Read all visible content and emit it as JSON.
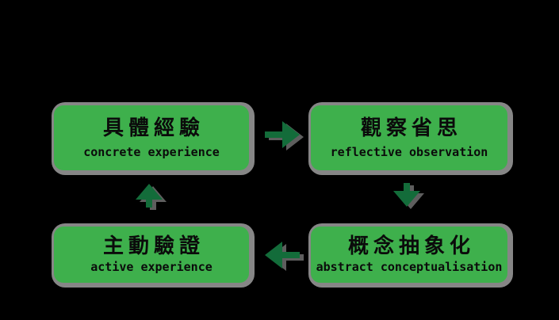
{
  "background": "#000000",
  "colors": {
    "box_fill": "#3eb04c",
    "box_outline_shadow": "#868686",
    "arrow_fill": "#136c3a",
    "arrow_shadow": "#5e5e5e",
    "text": "#0b0b0b"
  },
  "diagram": {
    "boxes": [
      {
        "zh": "具體經驗",
        "en": "concrete experience"
      },
      {
        "zh": "觀察省思",
        "en": "reflective observation"
      },
      {
        "zh": "主動驗證",
        "en": "active experience"
      },
      {
        "zh": "概念抽象化",
        "en": "abstract conceptualisation"
      }
    ],
    "arrows": [
      {
        "direction": "right"
      },
      {
        "direction": "down"
      },
      {
        "direction": "left"
      },
      {
        "direction": "up"
      }
    ]
  }
}
